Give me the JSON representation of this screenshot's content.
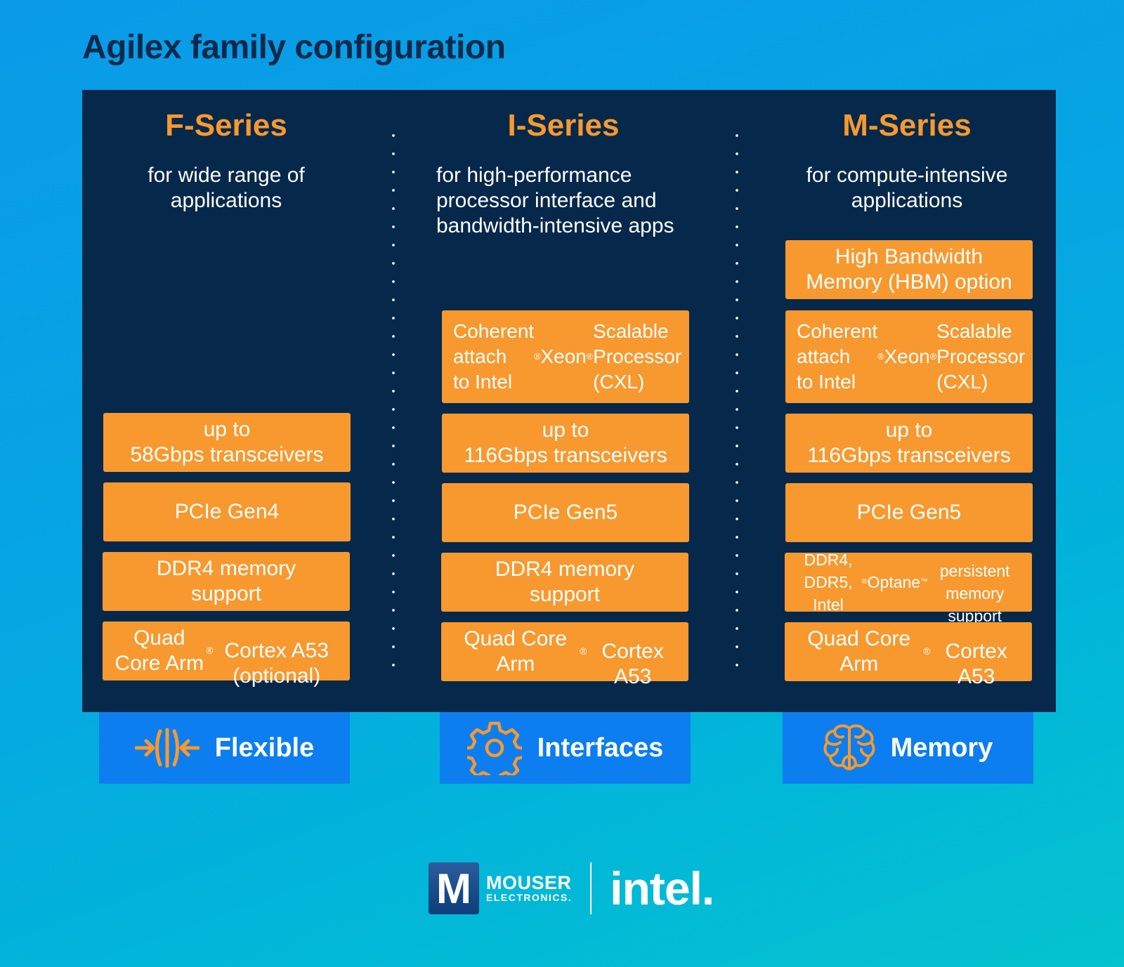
{
  "title": "Agilex family configuration",
  "series": [
    {
      "name": "F-Series",
      "description": "for wide range of\napplications",
      "features": [
        "up to\n58Gbps transceivers",
        "PCIe Gen4",
        "DDR4 memory\nsupport",
        "Quad Core Arm®\nCortex A53 (optional)"
      ]
    },
    {
      "name": "I-Series",
      "description": "for high-performance\nprocessor interface and\nbandwidth-intensive apps",
      "features": [
        "Coherent attach\nto Intel® Xeon ® Scalable\nProcessor (CXL)",
        "up to\n116Gbps transceivers",
        "PCIe Gen5",
        "DDR4 memory\nsupport",
        "Quad Core Arm®\nCortex A53"
      ]
    },
    {
      "name": "M-Series",
      "description": "for compute-intensive\napplications",
      "features": [
        "High Bandwidth\nMemory (HBM) option",
        "Coherent attach\nto Intel® Xeon ® Scalable\nProcessor (CXL)",
        "up to\n116Gbps transceivers",
        "PCIe Gen5",
        "DDR4, DDR5, Intel® Optane™\npersistent memory support",
        "Quad Core Arm®\nCortex A53"
      ]
    }
  ],
  "tabs": [
    {
      "label": "Flexible",
      "icon": "compress-arrows-icon"
    },
    {
      "label": "Interfaces",
      "icon": "gear-icon"
    },
    {
      "label": "Memory",
      "icon": "brain-icon"
    }
  ],
  "logos": {
    "mouser_mark": "M",
    "mouser_name": "MOUSER",
    "mouser_sub": "ELECTRONICS.",
    "intel": "intel."
  },
  "colors": {
    "panel": "#06284b",
    "accent_orange": "#f7992f",
    "tab_blue": "#0c7ef0",
    "title": "#0b2a4b"
  }
}
